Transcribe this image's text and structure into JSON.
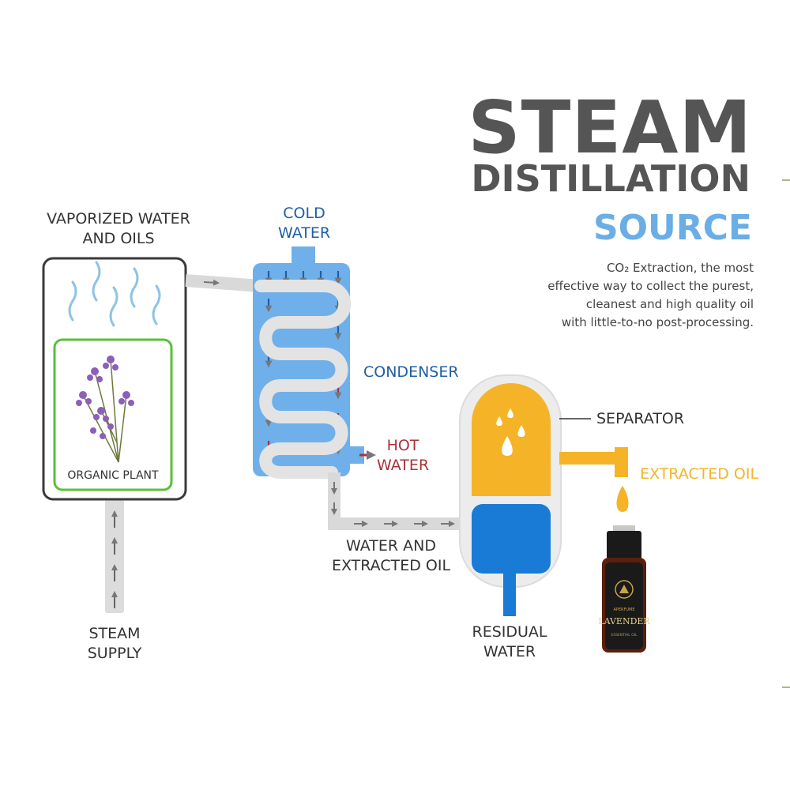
{
  "heading": {
    "line1": "STEAM",
    "line2": "DISTILLATION",
    "line3": "SOURCE"
  },
  "description": [
    "CO₂   Extraction, the most",
    "effective way to collect the purest,",
    "cleanest and high quality oil",
    "with little-to-no post-processing."
  ],
  "labels": {
    "vaporized": [
      "VAPORIZED WATER",
      "AND OILS"
    ],
    "cold_water": [
      "COLD",
      "WATER"
    ],
    "condenser": "CONDENSER",
    "hot_water": [
      "HOT",
      "WATER"
    ],
    "separator": "SEPARATOR",
    "extracted_oil": "EXTRACTED OIL",
    "organic_plant": "ORGANIC PLANT",
    "water_and_oil": [
      "WATER AND",
      "EXTRACTED OIL"
    ],
    "residual_water": [
      "RESIDUAL",
      "WATER"
    ],
    "steam_supply": [
      "STEAM",
      "SUPPLY"
    ]
  },
  "bottle": {
    "brand": "APERFUME",
    "name": "LAVENDER",
    "small_text": "ESSENTIAL OIL"
  },
  "colors": {
    "cold_blue": "#1f5ea8",
    "hot_red": "#a8323a",
    "oil_yellow": "#f5b427",
    "condenser_fill": "#6fb0ea",
    "water_blue": "#1a7bd6",
    "heading_gray": "#555555",
    "source_blue": "#6aaee5"
  }
}
